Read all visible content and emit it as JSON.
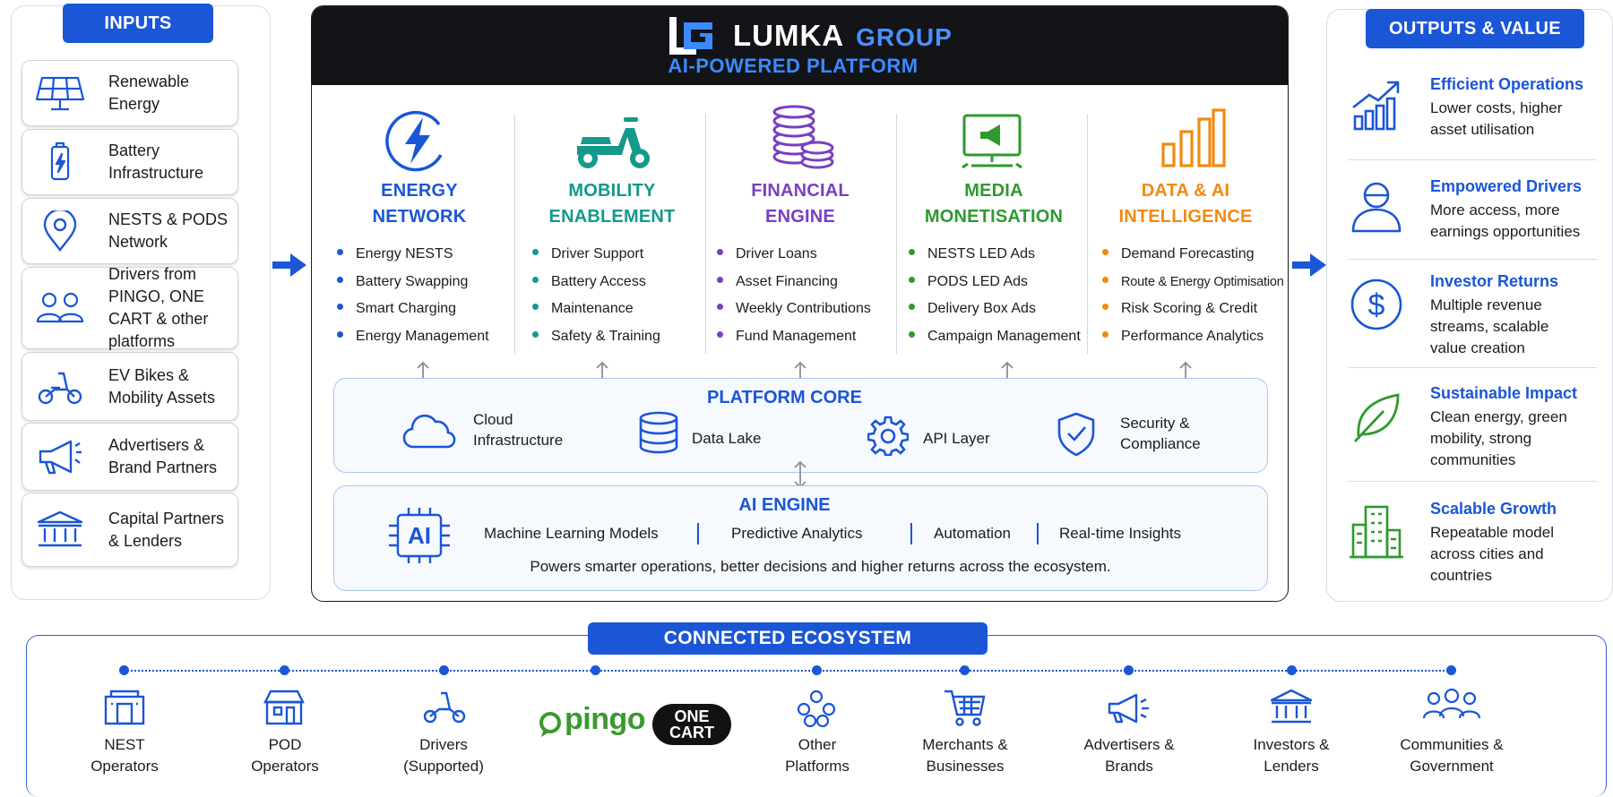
{
  "inputs": {
    "header": "INPUTS",
    "items": [
      {
        "label": "Renewable Energy",
        "icon": "solar-panel-icon"
      },
      {
        "label": "Battery Infrastructure",
        "icon": "battery-icon"
      },
      {
        "label": "NESTS & PODS Network",
        "icon": "location-pin-icon"
      },
      {
        "label": "Drivers from PINGO, ONE CART & other platforms",
        "icon": "people-icon"
      },
      {
        "label": "EV Bikes & Mobility Assets",
        "icon": "scooter-icon"
      },
      {
        "label": "Advertisers & Brand Partners",
        "icon": "megaphone-icon"
      },
      {
        "label": "Capital Partners & Lenders",
        "icon": "bank-icon"
      }
    ]
  },
  "platform": {
    "brand_main": "LUMKA",
    "brand_group": "GROUP",
    "subtitle": "AI-POWERED PLATFORM",
    "columns": [
      {
        "title": "ENERGY NETWORK",
        "color": "#1a56d6",
        "icon": "lightning-icon",
        "items": [
          "Energy NESTS",
          "Battery Swapping",
          "Smart Charging",
          "Energy Management"
        ]
      },
      {
        "title": "MOBILITY ENABLEMENT",
        "color": "#14998a",
        "icon": "scooter-icon",
        "items": [
          "Driver Support",
          "Battery Access",
          "Maintenance",
          "Safety & Training"
        ]
      },
      {
        "title": "FINANCIAL ENGINE",
        "color": "#7a3fc2",
        "icon": "coin-stack-icon",
        "items": [
          "Driver Loans",
          "Asset Financing",
          "Weekly Contributions",
          "Fund Management"
        ]
      },
      {
        "title": "MEDIA MONETISATION",
        "color": "#2e9a2e",
        "icon": "digital-screen-icon",
        "items": [
          "NESTS LED Ads",
          "PODS LED Ads",
          "Delivery Box Ads",
          "Campaign Management"
        ]
      },
      {
        "title": "DATA & AI INTELLIGENCE",
        "color": "#f08a12",
        "icon": "bar-chart-icon",
        "items": [
          "Demand Forecasting",
          "Route & Energy Optimisation",
          "Risk Scoring & Credit",
          "Performance Analytics"
        ]
      }
    ],
    "core": {
      "title": "PLATFORM CORE",
      "items": [
        {
          "label": "Cloud Infrastructure",
          "icon": "cloud-icon"
        },
        {
          "label": "Data Lake",
          "icon": "database-icon"
        },
        {
          "label": "API Layer",
          "icon": "gear-icon"
        },
        {
          "label": "Security & Compliance",
          "icon": "shield-check-icon"
        }
      ]
    },
    "ai": {
      "title": "AI ENGINE",
      "chip": "AI",
      "items": [
        "Machine Learning Models",
        "Predictive Analytics",
        "Automation",
        "Real-time Insights"
      ],
      "tagline": "Powers smarter operations, better decisions and higher returns across the ecosystem."
    }
  },
  "outputs": {
    "header": "OUTPUTS & VALUE",
    "items": [
      {
        "title": "Efficient Operations",
        "desc": "Lower costs, higher asset utilisation",
        "icon": "growth-chart-icon",
        "color": "#1a56d6"
      },
      {
        "title": "Empowered Drivers",
        "desc": "More access, more earnings opportunities",
        "icon": "driver-icon",
        "color": "#1a56d6"
      },
      {
        "title": "Investor Returns",
        "desc": "Multiple revenue streams, scalable value creation",
        "icon": "dollar-icon",
        "color": "#1a56d6"
      },
      {
        "title": "Sustainable Impact",
        "desc": "Clean energy, green mobility, strong communities",
        "icon": "leaf-icon",
        "color": "#2e9a2e"
      },
      {
        "title": "Scalable Growth",
        "desc": "Repeatable model across cities and countries",
        "icon": "buildings-icon",
        "color": "#2e9a2e"
      }
    ]
  },
  "ecosystem": {
    "header": "CONNECTED ECOSYSTEM",
    "pingo": "pingo",
    "onecart_line1": "ONE",
    "onecart_line2": "CART",
    "items": [
      {
        "line1": "NEST",
        "line2": "Operators",
        "icon": "nest-kiosk-icon"
      },
      {
        "line1": "POD",
        "line2": "Operators",
        "icon": "pod-store-icon"
      },
      {
        "line1": "Drivers",
        "line2": "(Supported)",
        "icon": "scooter-icon"
      },
      {
        "line1": "Other",
        "line2": "Platforms",
        "icon": "network-icon"
      },
      {
        "line1": "Merchants &",
        "line2": "Businesses",
        "icon": "cart-icon"
      },
      {
        "line1": "Advertisers &",
        "line2": "Brands",
        "icon": "megaphone-icon"
      },
      {
        "line1": "Investors &",
        "line2": "Lenders",
        "icon": "bank-icon"
      },
      {
        "line1": "Communities &",
        "line2": "Government",
        "icon": "community-icon"
      }
    ]
  }
}
